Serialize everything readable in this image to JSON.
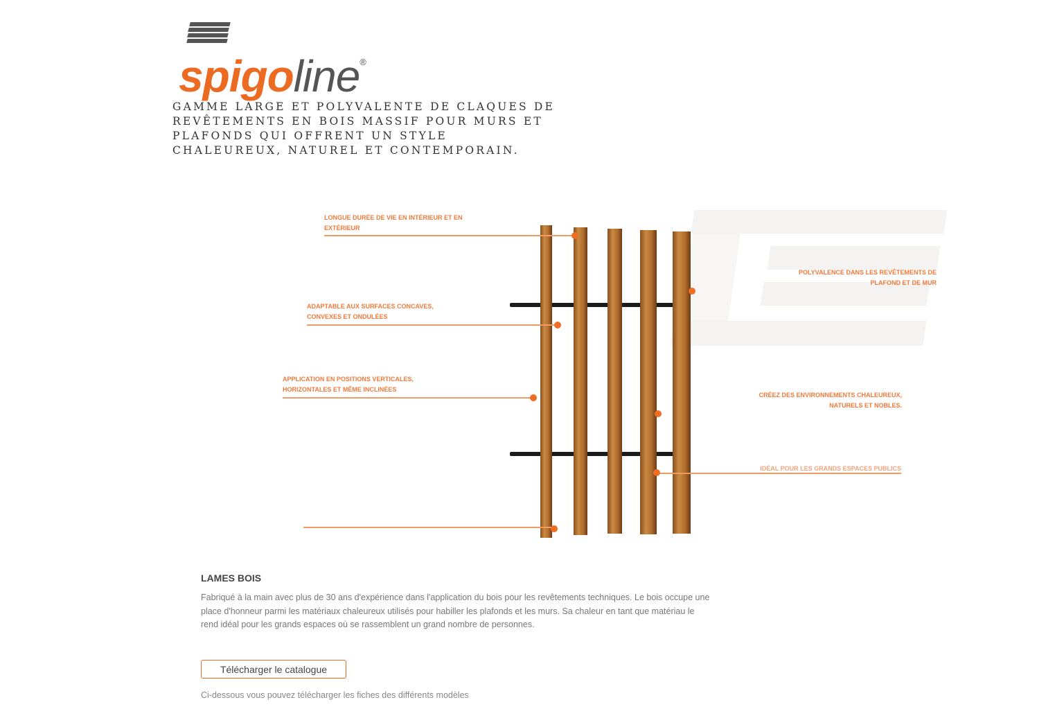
{
  "brand": {
    "name_part1": "spigo",
    "name_part2": "line",
    "registered": "®"
  },
  "tagline": "GAMME LARGE ET POLYVALENTE DE CLAQUES DE REVÊTEMENTS EN BOIS MASSIF POUR MURS ET PLAFONDS QUI OFFRENT UN STYLE CHALEUREUX, NATUREL ET CONTEMPORAIN.",
  "features": {
    "left": [
      "LONGUE DURÉE DE VIE EN INTÉRIEUR ET EN EXTÉRIEUR",
      "ADAPTABLE AUX SURFACES CONCAVES, CONVEXES ET ONDULÉES",
      "APPLICATION EN POSITIONS VERTICALES, HORIZONTALES ET MÊME INCLINÉES"
    ],
    "right": [
      "POLYVALENCE DANS LES REVÊTEMENTS DE PLAFOND ET DE MUR",
      "CRÉEZ DES ENVIRONNEMENTS CHALEUREUX, NATURELS ET NOBLES.",
      "IDÉAL POUR LES GRANDS ESPACES PUBLICS"
    ]
  },
  "section": {
    "title": "LAMES BOIS",
    "body": "Fabriqué à la main avec plus de 30 ans d'expérience dans l'application du bois pour les revêtements techniques. Le bois occupe une place d'honneur parmi les matériaux chaleureux utilisés pour habiller les plafonds et les murs. Sa chaleur en tant que matériau le rend idéal pour les grands espaces où se rassemblent un grand nombre de personnes.",
    "download_button": "Télécharger le catalogue",
    "note": "Ci-dessous vous pouvez télécharger les fiches des différents modèles"
  },
  "colors": {
    "accent": "#ec6b22"
  }
}
